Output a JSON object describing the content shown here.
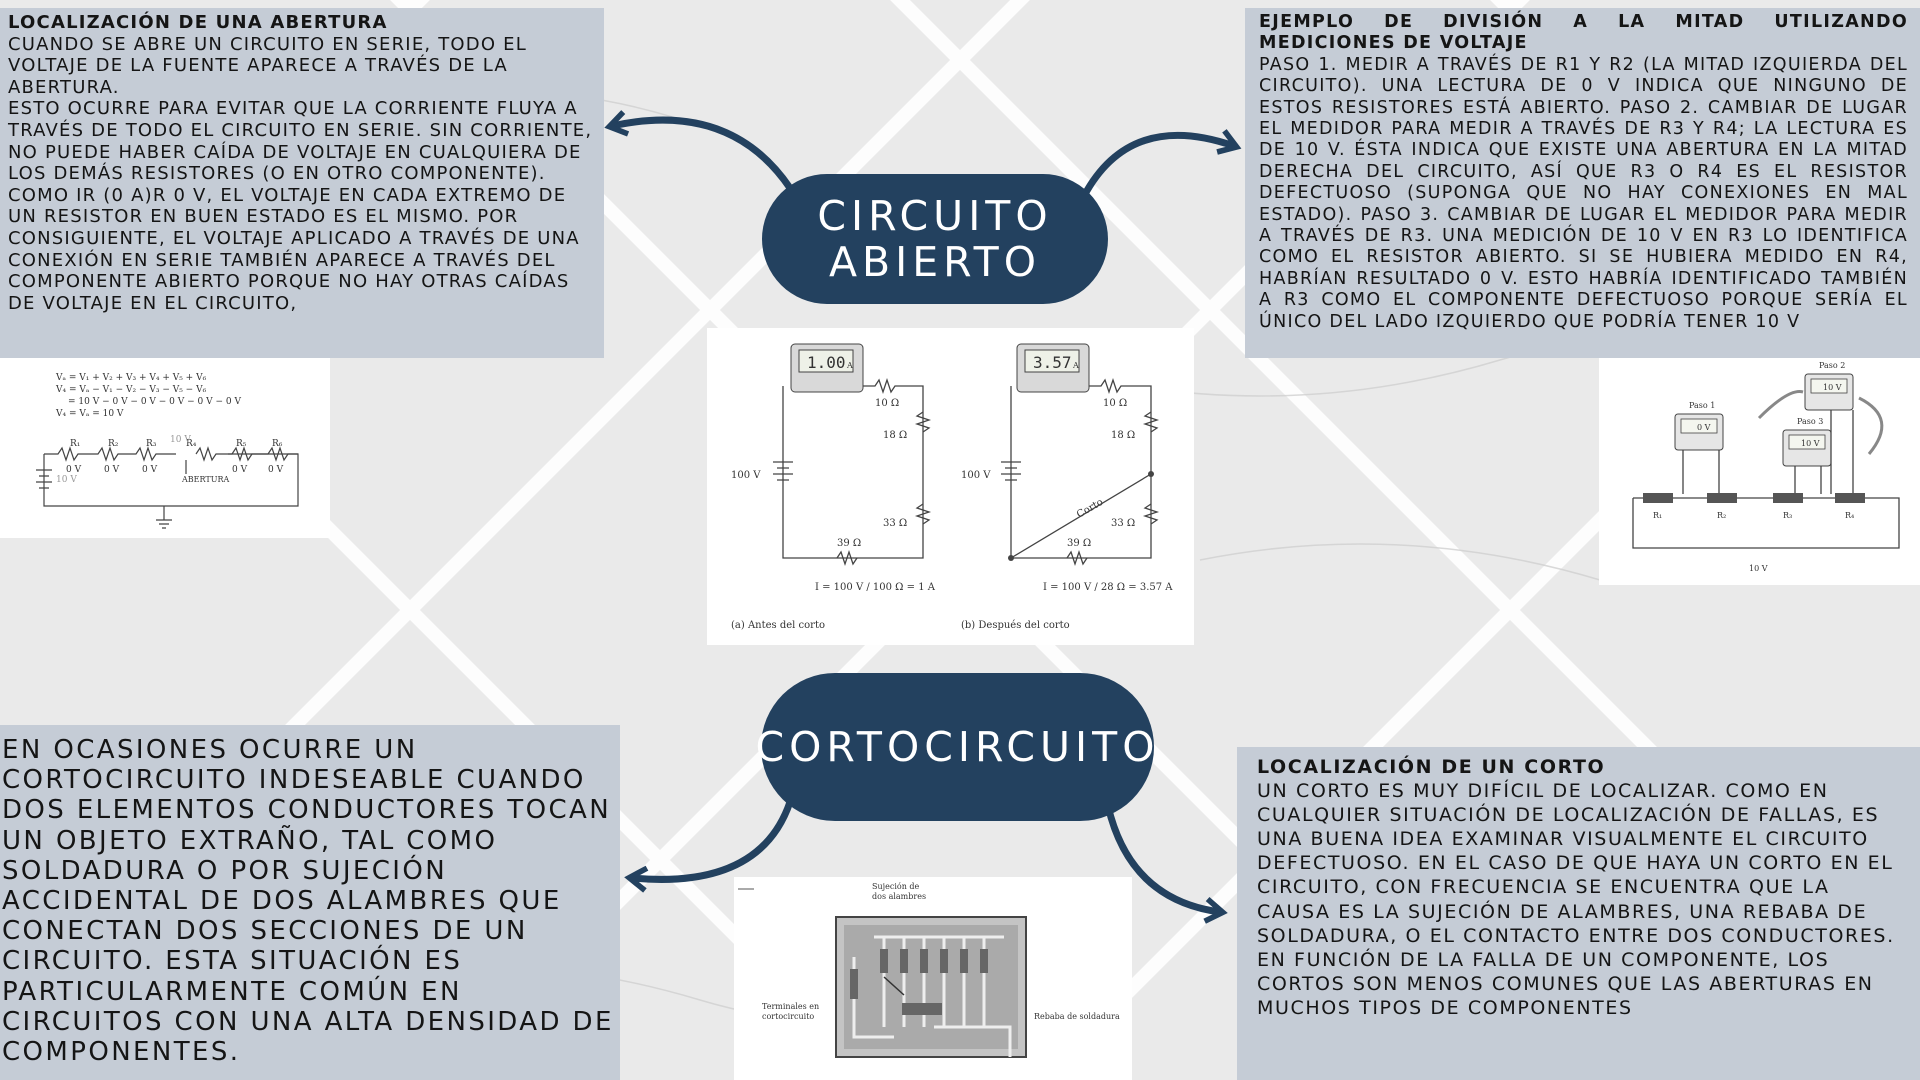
{
  "center": {
    "pill1_line1": "CIRCUITO",
    "pill1_line2": "ABIERTO",
    "pill2": "CORTOCIRCUITO"
  },
  "top_left": {
    "title": "LOCALIZACIÓN DE UNA ABERTURA",
    "p1": "CUANDO SE ABRE UN CIRCUITO EN SERIE, TODO EL VOLTAJE DE LA FUENTE APARECE A TRAVÉS DE LA ABERTURA.",
    "p2": "ESTO OCURRE PARA EVITAR QUE LA CORRIENTE FLUYA A TRAVÉS DE TODO EL CIRCUITO EN SERIE. SIN CORRIENTE, NO PUEDE HABER CAÍDA DE VOLTAJE EN CUALQUIERA DE LOS DEMÁS RESISTORES (O EN OTRO COMPONENTE). COMO IR  (0 A)R  0 V, EL VOLTAJE EN CADA EXTREMO DE UN RESISTOR EN BUEN ESTADO ES EL MISMO. POR CONSIGUIENTE, EL VOLTAJE APLICADO A TRAVÉS DE UNA CONEXIÓN EN SERIE TAMBIÉN APARECE A TRAVÉS DEL COMPONENTE ABIERTO PORQUE NO HAY OTRAS CAÍDAS DE VOLTAJE EN EL CIRCUITO,"
  },
  "top_right": {
    "title": "EJEMPLO DE DIVISIÓN A LA MITAD UTILIZANDO MEDICIONES DE VOLTAJE",
    "body": "PASO 1. MEDIR A TRAVÉS DE R1 Y R2 (LA MITAD IZQUIERDA DEL CIRCUITO). UNA LECTURA DE 0 V INDICA QUE NINGUNO DE ESTOS RESISTORES ESTÁ ABIERTO. PASO 2. CAMBIAR DE LUGAR EL MEDIDOR PARA MEDIR A TRAVÉS DE R3 Y R4; LA LECTURA ES DE 10 V. ÉSTA INDICA QUE EXISTE UNA ABERTURA EN LA MITAD DERECHA DEL CIRCUITO, ASÍ QUE R3 O R4 ES EL RESISTOR DEFECTUOSO (SUPONGA QUE NO HAY CONEXIONES EN MAL ESTADO). PASO 3. CAMBIAR DE LUGAR EL MEDIDOR PARA MEDIR A TRAVÉS DE R3. UNA MEDICIÓN DE 10 V EN R3 LO IDENTIFICA COMO EL RESISTOR ABIERTO. SI SE HUBIERA MEDIDO EN R4, HABRÍAN RESULTADO 0 V. ESTO HABRÍA IDENTIFICADO TAMBIÉN A R3 COMO EL COMPONENTE DEFECTUOSO PORQUE SERÍA EL ÚNICO DEL LADO IZQUIERDO QUE PODRÍA TENER 10 V"
  },
  "bottom_left": {
    "body": "EN OCASIONES OCURRE UN CORTOCIRCUITO INDESEABLE CUANDO DOS ELEMENTOS CONDUCTORES TOCAN UN OBJETO EXTRAÑO, TAL COMO SOLDADURA O POR SUJECIÓN ACCIDENTAL DE DOS ALAMBRES QUE CONECTAN DOS SECCIONES DE UN CIRCUITO. ESTA SITUACIÓN ES PARTICULARMENTE COMÚN EN CIRCUITOS CON UNA ALTA DENSIDAD DE COMPONENTES."
  },
  "bottom_right": {
    "title": "LOCALIZACIÓN DE UN CORTO",
    "body": " UN CORTO ES MUY DIFÍCIL DE LOCALIZAR. COMO EN CUALQUIER SITUACIÓN DE LOCALIZACIÓN DE FALLAS, ES UNA BUENA IDEA EXAMINAR VISUALMENTE EL CIRCUITO DEFECTUOSO. EN EL CASO DE QUE HAYA UN CORTO EN EL CIRCUITO, CON FRECUENCIA SE ENCUENTRA QUE LA CAUSA ES LA SUJECIÓN DE ALAMBRES, UNA REBABA DE SOLDADURA, O EL CONTACTO ENTRE DOS CONDUCTORES. EN FUNCIÓN DE LA FALLA DE UN COMPONENTE, LOS CORTOS SON MENOS COMUNES QUE LAS ABERTURAS EN MUCHOS TIPOS DE COMPONENTES"
  },
  "fig_open": {
    "eq1": "Vₐ = V₁ + V₂ + V₃ + V₄ + V₅ + V₆",
    "eq2": "V₄ = Vₐ − V₁ − V₂ − V₃ − V₅ − V₆",
    "eq3": "= 10 V − 0 V − 0 V − 0 V − 0 V − 0 V",
    "eq4": "V₄ = Vₐ = 10 V",
    "r1": "R₁",
    "r2": "R₂",
    "r3": "R₃",
    "r4": "R₄",
    "r5": "R₅",
    "r6": "R₆",
    "zero": "0 V",
    "ten": "10 V",
    "source": "10 V",
    "label": "ABERTURA"
  },
  "fig_short": {
    "meter_a": "1.00",
    "meter_b": "3.57",
    "unit_a": "A",
    "r10": "10 Ω",
    "r18": "18 Ω",
    "r33": "33 Ω",
    "r39": "39 Ω",
    "src": "100 V",
    "eq_a": "I = 100 V / 100 Ω = 1 A",
    "eq_b": "I = 100 V / 28 Ω = 3.57 A",
    "corto": "Corto",
    "cap_a": "(a) Antes del corto",
    "cap_b": "(b) Después del corto"
  },
  "fig_steps": {
    "paso1": "Paso 1",
    "paso2": "Paso 2",
    "paso3": "Paso 3",
    "read1": "0 V",
    "read2": "10 V",
    "read3": "10 V",
    "r1": "R₁",
    "r2": "R₂",
    "r3": "R₃",
    "r4": "R₄",
    "src": "10 V"
  },
  "fig_board": {
    "top_label_1": "Sujeción de",
    "top_label_2": "dos alambres",
    "left_label_1": "Terminales en",
    "left_label_2": "cortocircuito",
    "right_label": "Rebaba de soldadura"
  },
  "colors": {
    "pill": "#23415f",
    "panel": "#c5ccd6",
    "arrow": "#23415f"
  }
}
